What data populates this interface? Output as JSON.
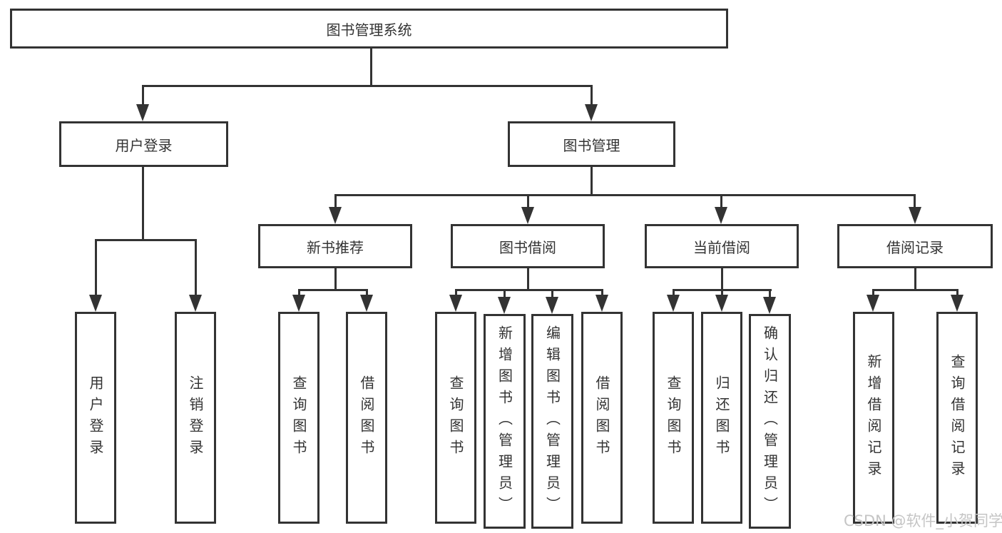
{
  "diagram": {
    "root": {
      "label": "图书管理系统"
    },
    "level2": [
      {
        "label": "用户登录"
      },
      {
        "label": "图书管理"
      }
    ],
    "level3": [
      {
        "label": "新书推荐"
      },
      {
        "label": "图书借阅"
      },
      {
        "label": "当前借阅"
      },
      {
        "label": "借阅记录"
      }
    ],
    "leaves": {
      "user_login": [
        "用户登录",
        "注销登录"
      ],
      "new_books": [
        "查询图书",
        "借阅图书"
      ],
      "book_borrow": [
        "查询图书",
        "新增图书（管理员）",
        "编辑图书（管理员）",
        "借阅图书"
      ],
      "current_borrow": [
        "查询图书",
        "归还图书",
        "确认归还（管理员）"
      ],
      "borrow_records": [
        "新增借阅记录",
        "查询借阅记录"
      ]
    }
  },
  "watermark": "CSDN @软件_小贺同学",
  "colors": {
    "line": "#333333",
    "text": "#333333",
    "watermark": "#c5c5c5",
    "background": "#ffffff"
  }
}
